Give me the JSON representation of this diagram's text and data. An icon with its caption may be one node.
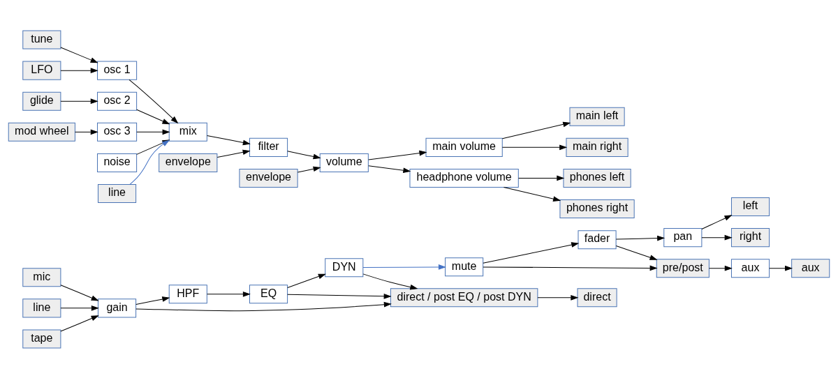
{
  "diagram": {
    "nodes": [
      {
        "text": [
          "mic"
        ]
      },
      {
        "text": [
          "gain"
        ]
      },
      {
        "text": [
          "HPF"
        ]
      },
      {
        "text": [
          "EQ"
        ]
      },
      {
        "text": [
          "DYN"
        ]
      },
      {
        "text": [
          "aux"
        ]
      },
      {
        "text": [
          "pan"
        ]
      },
      {
        "text": [
          "mute"
        ]
      },
      {
        "text": [
          "fader"
        ]
      },
      {
        "text": [
          "left"
        ]
      },
      {
        "text": [
          "line"
        ]
      },
      {
        "text": [
          "right"
        ]
      },
      {
        "text": [
          "pre/post"
        ]
      },
      {
        "text": [
          "tape"
        ]
      },
      {
        "text": [
          "aux"
        ]
      },
      {
        "text": [
          "direct / post EQ / post DYN"
        ]
      },
      {
        "text": [
          "direct"
        ]
      },
      {
        "text": [
          "tune"
        ]
      },
      {
        "text": [
          "osc 1"
        ]
      },
      {
        "text": [
          "mix"
        ]
      },
      {
        "text": [
          "filter"
        ]
      },
      {
        "text": [
          "volume"
        ]
      },
      {
        "text": [
          "main volume"
        ]
      },
      {
        "text": [
          "main left"
        ]
      },
      {
        "text": [
          "glide"
        ]
      },
      {
        "text": [
          "osc 2"
        ]
      },
      {
        "text": [
          "headphone volume"
        ]
      },
      {
        "text": [
          "main right"
        ]
      },
      {
        "text": [
          "mod wheel"
        ]
      },
      {
        "text": [
          "osc 3"
        ]
      },
      {
        "text": [
          "envelope"
        ]
      },
      {
        "text": [
          "phones left"
        ]
      },
      {
        "text": [
          "LFO"
        ]
      },
      {
        "text": [
          "noise"
        ]
      },
      {
        "text": [
          "line"
        ]
      },
      {
        "text": [
          "envelope"
        ]
      },
      {
        "text": [
          "phones right"
        ]
      }
    ],
    "edges": [
      {
        "from": 0,
        "to": 1,
        "arrow": "to"
      },
      {
        "from": 10,
        "to": 1,
        "arrow": "to"
      },
      {
        "from": 13,
        "to": 1,
        "arrow": "to"
      },
      {
        "from": 1,
        "to": 2,
        "arrow": "to"
      },
      {
        "from": 2,
        "to": 3,
        "arrow": "to"
      },
      {
        "from": 3,
        "to": 4,
        "arrow": "to"
      },
      {
        "from": 4,
        "to": 7,
        "arrow": "to",
        "color": "#4472c4"
      },
      {
        "from": 12,
        "to": 5,
        "arrow": "to"
      },
      {
        "from": 8,
        "to": 6,
        "arrow": "to"
      },
      {
        "from": 7,
        "to": 8,
        "arrow": "to"
      },
      {
        "from": 6,
        "to": 9,
        "arrow": "to"
      },
      {
        "from": 6,
        "to": 11,
        "arrow": "to"
      },
      {
        "from": 7,
        "to": 12,
        "arrow": "to"
      },
      {
        "from": 8,
        "to": 12,
        "arrow": "to"
      },
      {
        "from": 5,
        "to": 14,
        "arrow": "to"
      },
      {
        "from": 1,
        "to": 15,
        "arrow": "to"
      },
      {
        "from": 3,
        "to": 15,
        "arrow": "to"
      },
      {
        "from": 4,
        "to": 15,
        "arrow": "to"
      },
      {
        "from": 15,
        "to": 16,
        "arrow": "to"
      },
      {
        "from": 17,
        "to": 18,
        "arrow": "to"
      },
      {
        "from": 32,
        "to": 18,
        "arrow": "to"
      },
      {
        "from": 24,
        "to": 25,
        "arrow": "to"
      },
      {
        "from": 28,
        "to": 29,
        "arrow": "to"
      },
      {
        "from": 18,
        "to": 19,
        "arrow": "to"
      },
      {
        "from": 25,
        "to": 19,
        "arrow": "to"
      },
      {
        "from": 29,
        "to": 19,
        "arrow": "to"
      },
      {
        "from": 33,
        "to": 19,
        "arrow": "to"
      },
      {
        "from": 34,
        "to": 19,
        "arrow": "to",
        "color": "#4472c4"
      },
      {
        "from": 19,
        "to": 20,
        "arrow": "to"
      },
      {
        "from": 20,
        "to": 21,
        "arrow": "to"
      },
      {
        "from": 21,
        "to": 22,
        "arrow": "to"
      },
      {
        "from": 21,
        "to": 26,
        "arrow": "to"
      },
      {
        "from": 22,
        "to": 23,
        "arrow": "to"
      },
      {
        "from": 22,
        "to": 27,
        "arrow": "to"
      },
      {
        "from": 26,
        "to": 31,
        "arrow": "to"
      },
      {
        "from": 26,
        "to": 36,
        "arrow": "to"
      },
      {
        "from": 30,
        "to": 21,
        "arrow": "to"
      },
      {
        "from": 35,
        "to": 20,
        "arrow": "to"
      }
    ]
  }
}
